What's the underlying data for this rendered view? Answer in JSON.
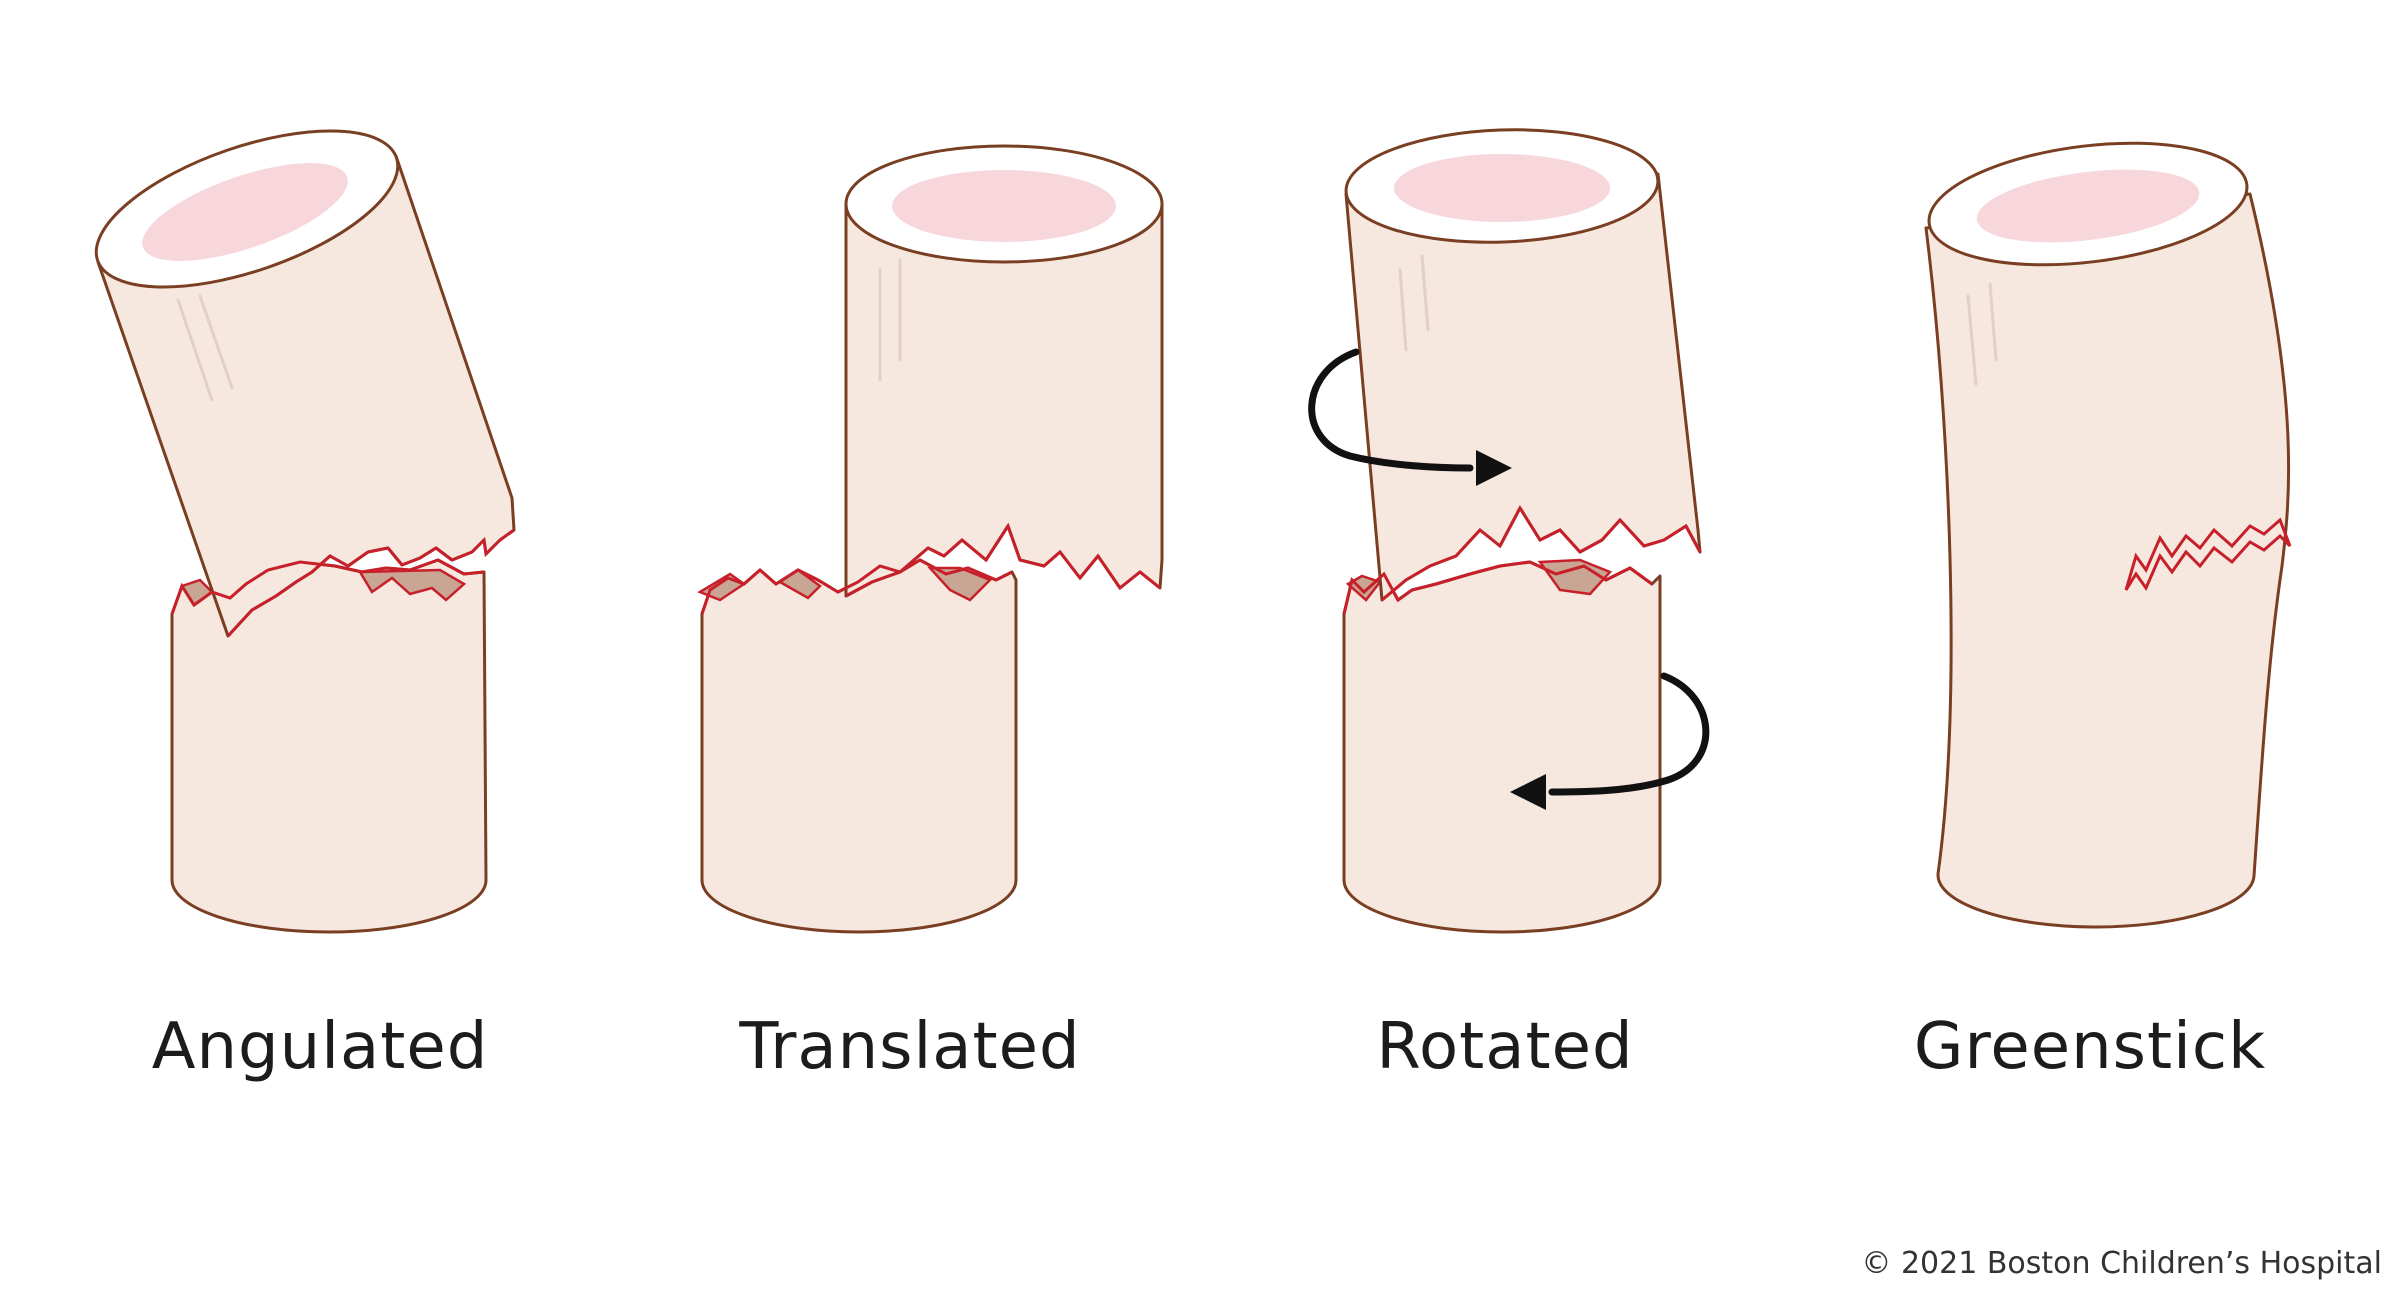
{
  "panels": [
    {
      "label": "Angulated"
    },
    {
      "label": "Translated"
    },
    {
      "label": "Rotated"
    },
    {
      "label": "Greenstick"
    }
  ],
  "copyright": "© 2021 Boston Children’s Hospital",
  "colors": {
    "bone_fill": "#f6e8df",
    "bone_outline": "#7a3f22",
    "fracture_line": "#c8202a",
    "marrow_dots": "#f0b7c0",
    "arrow": "#111111"
  }
}
